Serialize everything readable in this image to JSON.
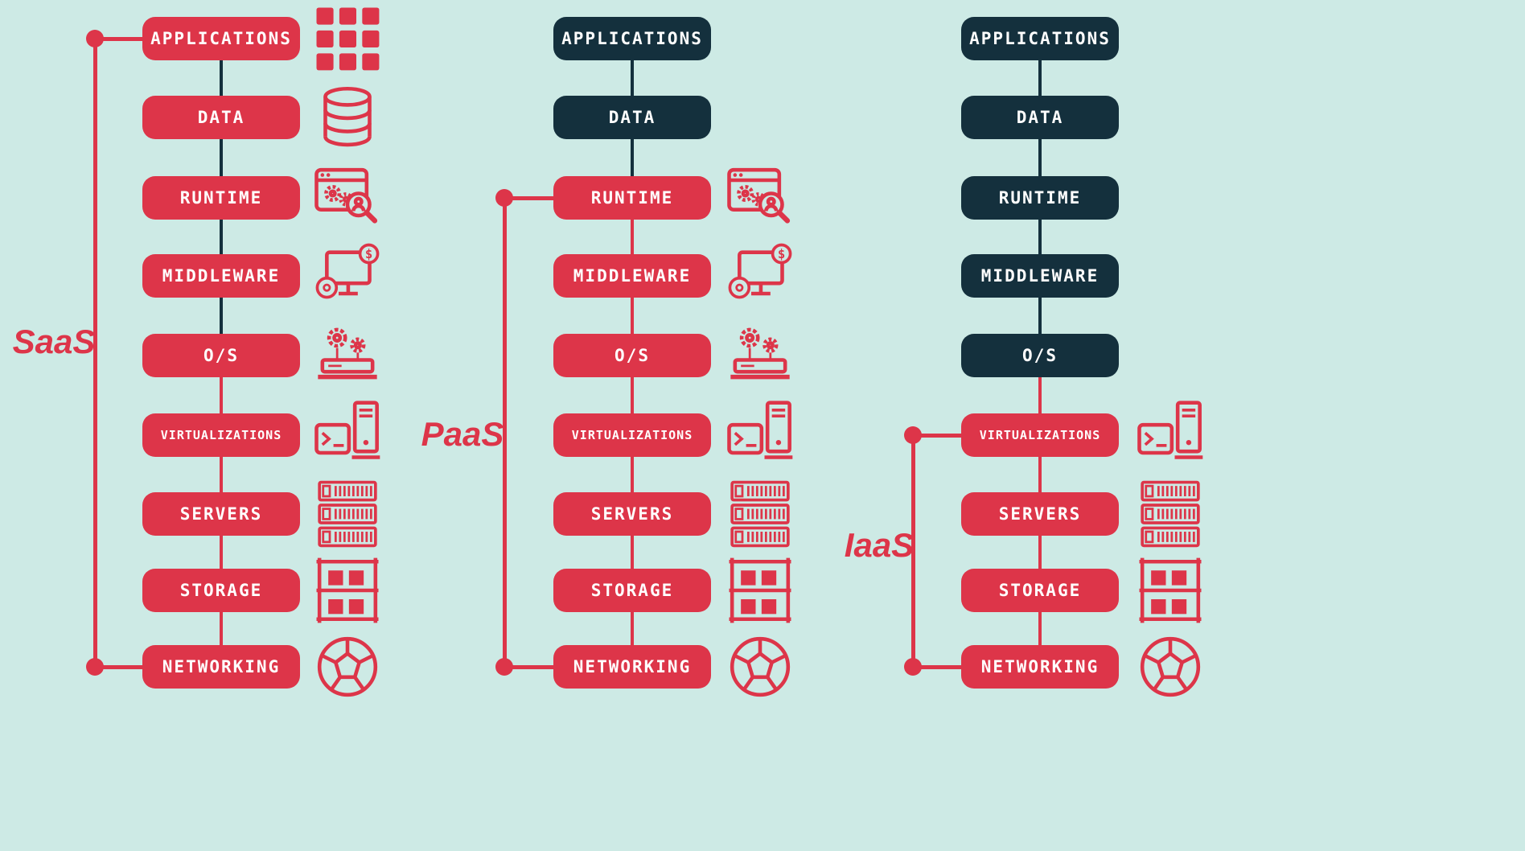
{
  "title": "Cloud service models stack diagram",
  "colors": {
    "background": "#cdeae5",
    "red": "#dd3549",
    "dark": "#14303d",
    "pill_text": "#ffffff"
  },
  "columns": [
    {
      "bracket_label": "SaaS",
      "rows": [
        {
          "label": "APPLICATIONS",
          "variant": "red",
          "icon": "app-grid-icon"
        },
        {
          "label": "DATA",
          "variant": "red",
          "icon": "database-icon"
        },
        {
          "label": "RUNTIME",
          "variant": "red",
          "icon": "runtime-icon"
        },
        {
          "label": "MIDDLEWARE",
          "variant": "red",
          "icon": "middleware-icon"
        },
        {
          "label": "O/S",
          "variant": "red",
          "icon": "os-icon"
        },
        {
          "label": "VIRTUALIZATIONS",
          "variant": "red",
          "icon": "virtualization-icon"
        },
        {
          "label": "SERVERS",
          "variant": "red",
          "icon": "servers-icon"
        },
        {
          "label": "STORAGE",
          "variant": "red",
          "icon": "storage-icon"
        },
        {
          "label": "NETWORKING",
          "variant": "red",
          "icon": "networking-icon"
        }
      ],
      "connectors": [
        "dark",
        "dark",
        "dark",
        "dark",
        "red",
        "red",
        "red",
        "red"
      ],
      "bracket": {
        "from_index": 0,
        "to_index": 8
      }
    },
    {
      "bracket_label": "PaaS",
      "rows": [
        {
          "label": "APPLICATIONS",
          "variant": "dark",
          "icon": null
        },
        {
          "label": "DATA",
          "variant": "dark",
          "icon": null
        },
        {
          "label": "RUNTIME",
          "variant": "red",
          "icon": "runtime-icon"
        },
        {
          "label": "MIDDLEWARE",
          "variant": "red",
          "icon": "middleware-icon"
        },
        {
          "label": "O/S",
          "variant": "red",
          "icon": "os-icon"
        },
        {
          "label": "VIRTUALIZATIONS",
          "variant": "red",
          "icon": "virtualization-icon"
        },
        {
          "label": "SERVERS",
          "variant": "red",
          "icon": "servers-icon"
        },
        {
          "label": "STORAGE",
          "variant": "red",
          "icon": "storage-icon"
        },
        {
          "label": "NETWORKING",
          "variant": "red",
          "icon": "networking-icon"
        }
      ],
      "connectors": [
        "dark",
        "dark",
        "red",
        "red",
        "red",
        "red",
        "red",
        "red"
      ],
      "bracket": {
        "from_index": 2,
        "to_index": 8
      }
    },
    {
      "bracket_label": "IaaS",
      "rows": [
        {
          "label": "APPLICATIONS",
          "variant": "dark",
          "icon": null
        },
        {
          "label": "DATA",
          "variant": "dark",
          "icon": null
        },
        {
          "label": "RUNTIME",
          "variant": "dark",
          "icon": null
        },
        {
          "label": "MIDDLEWARE",
          "variant": "dark",
          "icon": null
        },
        {
          "label": "O/S",
          "variant": "dark",
          "icon": null
        },
        {
          "label": "VIRTUALIZATIONS",
          "variant": "red",
          "icon": "virtualization-icon"
        },
        {
          "label": "SERVERS",
          "variant": "red",
          "icon": "servers-icon"
        },
        {
          "label": "STORAGE",
          "variant": "red",
          "icon": "storage-icon"
        },
        {
          "label": "NETWORKING",
          "variant": "red",
          "icon": "networking-icon"
        }
      ],
      "connectors": [
        "dark",
        "dark",
        "dark",
        "dark",
        "red",
        "red",
        "red",
        "red"
      ],
      "bracket": {
        "from_index": 5,
        "to_index": 8
      }
    }
  ]
}
